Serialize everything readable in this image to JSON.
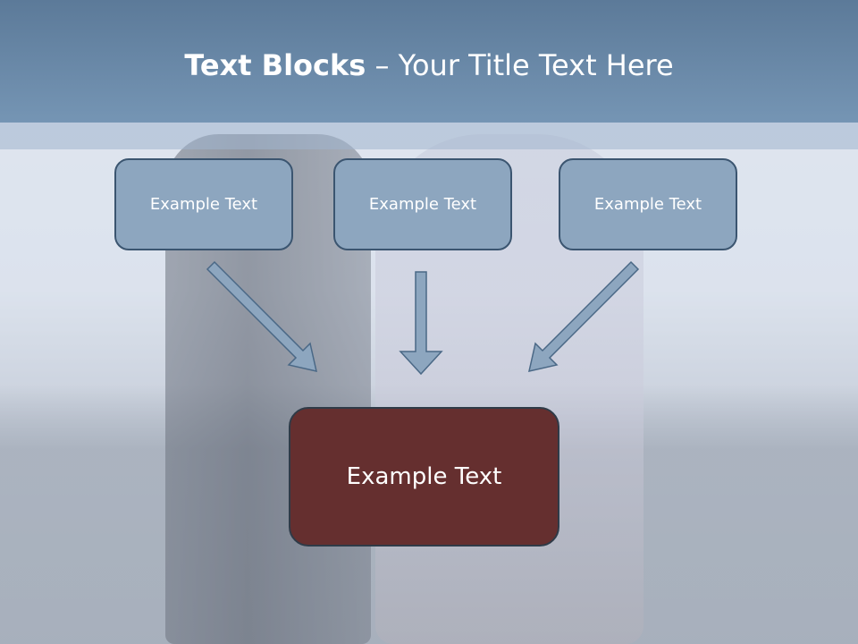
{
  "title": {
    "bold": "Text Blocks",
    "rest": " – Your Title Text Here"
  },
  "blocks": [
    {
      "label": "Example Text"
    },
    {
      "label": "Example Text"
    },
    {
      "label": "Example Text"
    }
  ],
  "main_block": {
    "label": "Example Text"
  },
  "colors": {
    "header": "#6b8bab",
    "block_fill": "#8da6bf",
    "block_border": "#3b5570",
    "main_fill": "#652f2f",
    "arrow_fill": "#8da6bf"
  }
}
